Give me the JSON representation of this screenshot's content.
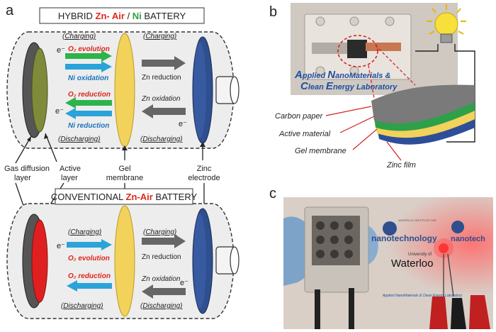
{
  "panel_a": {
    "letter": "a",
    "hybrid_title": {
      "p1": "HYBRID ",
      "p2": "Zn- Air",
      "p3": " / ",
      "p4": "Ni",
      "p5": " BATTERY"
    },
    "conv_title": {
      "p1": "CONVENTIONAL ",
      "p2": "Zn-Air",
      "p3": " BATTERY"
    },
    "charging": "(Charging)",
    "discharging": "(Discharging)",
    "o2_evolution": "O₂ evolution",
    "ni_oxidation": "Ni oxidation",
    "o2_reduction": "O₂ reduction",
    "ni_reduction": "Ni reduction",
    "zn_reduction": "Zn reduction",
    "zn_oxidation": "Zn oxidation",
    "electron": "e⁻",
    "labels": {
      "gas_diffusion_1": "Gas diffusion",
      "gas_diffusion_2": "layer",
      "active_1": "Active",
      "active_2": "layer",
      "gel_1": "Gel",
      "gel_2": "membrane",
      "zinc_1": "Zinc",
      "zinc_2": "electrode"
    }
  },
  "panel_b": {
    "letter": "b",
    "logo_line1": {
      "a": "A",
      "b": "pplied ",
      "c": "N",
      "d": "anoMaterials &"
    },
    "logo_line2": {
      "a": "C",
      "b": "lean ",
      "c": "E",
      "d": "nergy Laboratory"
    },
    "layers": [
      "Carbon paper",
      "Active material",
      "Gel membrane",
      "Zinc film"
    ]
  },
  "panel_c": {
    "letter": "c",
    "waterloo_inst": "WATERLOO INSTITUTE FOR",
    "nano": "nanotechnology",
    "univ_of": "University of",
    "waterloo": "Waterloo",
    "nano_right": "nanotech",
    "logo_small": "Applied NanoMaterials & Clean Energy Laboratory"
  },
  "colors": {
    "red_text": "#e0261b",
    "green_text": "#2ea043",
    "blue_text": "#1e73be",
    "green_arrow": "#2db34a",
    "blue_arrow": "#2aa3d9",
    "gray_arrow": "#666666",
    "gel_yellow": "#f2d25a",
    "zinc_blue": "#2f4f8f",
    "active_olive": "#7f8b3a",
    "active_red": "#e02020"
  }
}
